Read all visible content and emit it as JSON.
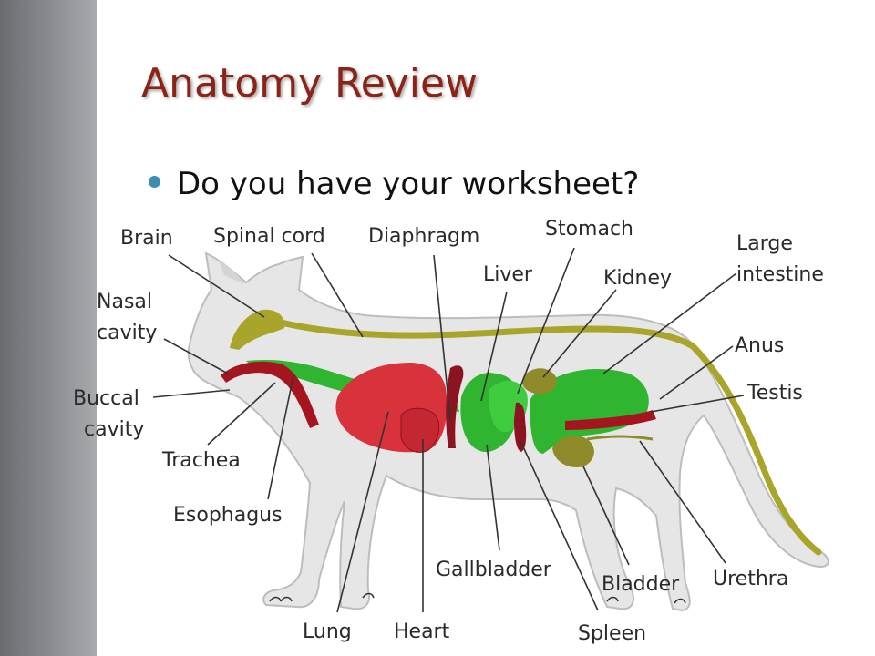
{
  "slide": {
    "title": "Anatomy Review",
    "bullet": "Do you have your worksheet?"
  },
  "diagram": {
    "labels": {
      "brain": "Brain",
      "spinal_cord": "Spinal cord",
      "diaphragm": "Diaphragm",
      "stomach": "Stomach",
      "large_intestine_1": "Large",
      "large_intestine_2": "intestine",
      "liver": "Liver",
      "kidney": "Kidney",
      "nasal_cavity_1": "Nasal",
      "nasal_cavity_2": "cavity",
      "anus": "Anus",
      "buccal_cavity_1": "Buccal",
      "buccal_cavity_2": "cavity",
      "testis": "Testis",
      "trachea": "Trachea",
      "esophagus": "Esophagus",
      "gallbladder": "Gallbladder",
      "bladder": "Bladder",
      "urethra": "Urethra",
      "lung": "Lung",
      "heart": "Heart",
      "spleen": "Spleen"
    }
  },
  "colors": {
    "title": "#8b2316",
    "bullet": "#3a8fb0",
    "body_fill": "#e6e6e6",
    "body_outline": "#bdbdbd",
    "nerve": "#a8a52a",
    "digestive": "#2fb52f",
    "lung": "#d8323a",
    "dark_red": "#8a1420",
    "olive": "#8f8a2a"
  }
}
